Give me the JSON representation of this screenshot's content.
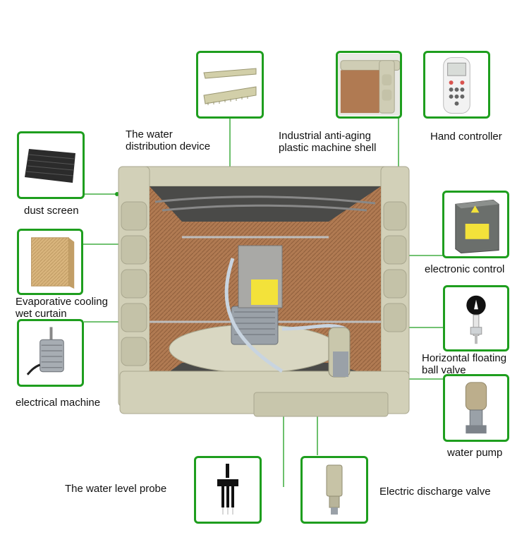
{
  "components": {
    "water_distribution": {
      "line1": "The water",
      "line2": "distribution device",
      "icon": "distribution-bar-icon"
    },
    "machine_shell": {
      "line1": "Industrial anti-aging",
      "line2": "plastic machine shell",
      "icon": "shell-corner-icon"
    },
    "hand_controller": {
      "label": "Hand controller",
      "icon": "remote-control-icon"
    },
    "dust_screen": {
      "label": "dust screen",
      "icon": "dust-screen-icon"
    },
    "evaporative_curtain": {
      "line1": "Evaporative cooling",
      "line2": "wet curtain",
      "icon": "cooling-pad-icon"
    },
    "electronic_control": {
      "label": "electronic control",
      "icon": "control-box-icon"
    },
    "floating_ball_valve": {
      "line1": "Horizontal floating",
      "line2": "ball valve",
      "icon": "float-valve-icon"
    },
    "electrical_machine": {
      "label": "electrical machine",
      "icon": "motor-icon"
    },
    "water_pump": {
      "label": "water pump",
      "icon": "water-pump-icon"
    },
    "water_level_probe": {
      "label": "The water level probe",
      "icon": "level-probe-icon"
    },
    "discharge_valve": {
      "label": "Electric discharge valve",
      "icon": "discharge-valve-icon"
    }
  },
  "colors": {
    "frame": "#1e9e1e",
    "shell": "#cfcdb5",
    "pad": "#b07a52",
    "text": "#111111"
  }
}
